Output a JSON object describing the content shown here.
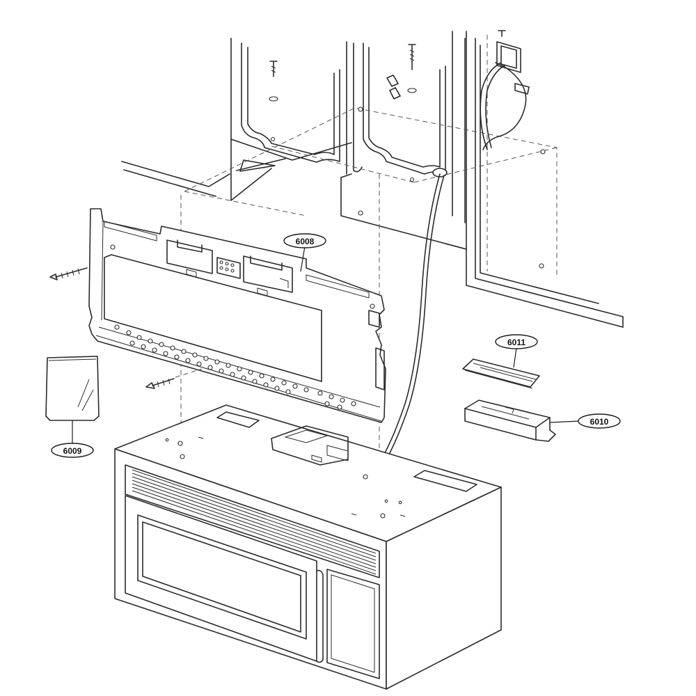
{
  "callouts": [
    {
      "id": "c6008",
      "label": "6008"
    },
    {
      "id": "c6009",
      "label": "6009"
    },
    {
      "id": "c6010",
      "label": "6010"
    },
    {
      "id": "c6011",
      "label": "6011"
    }
  ]
}
